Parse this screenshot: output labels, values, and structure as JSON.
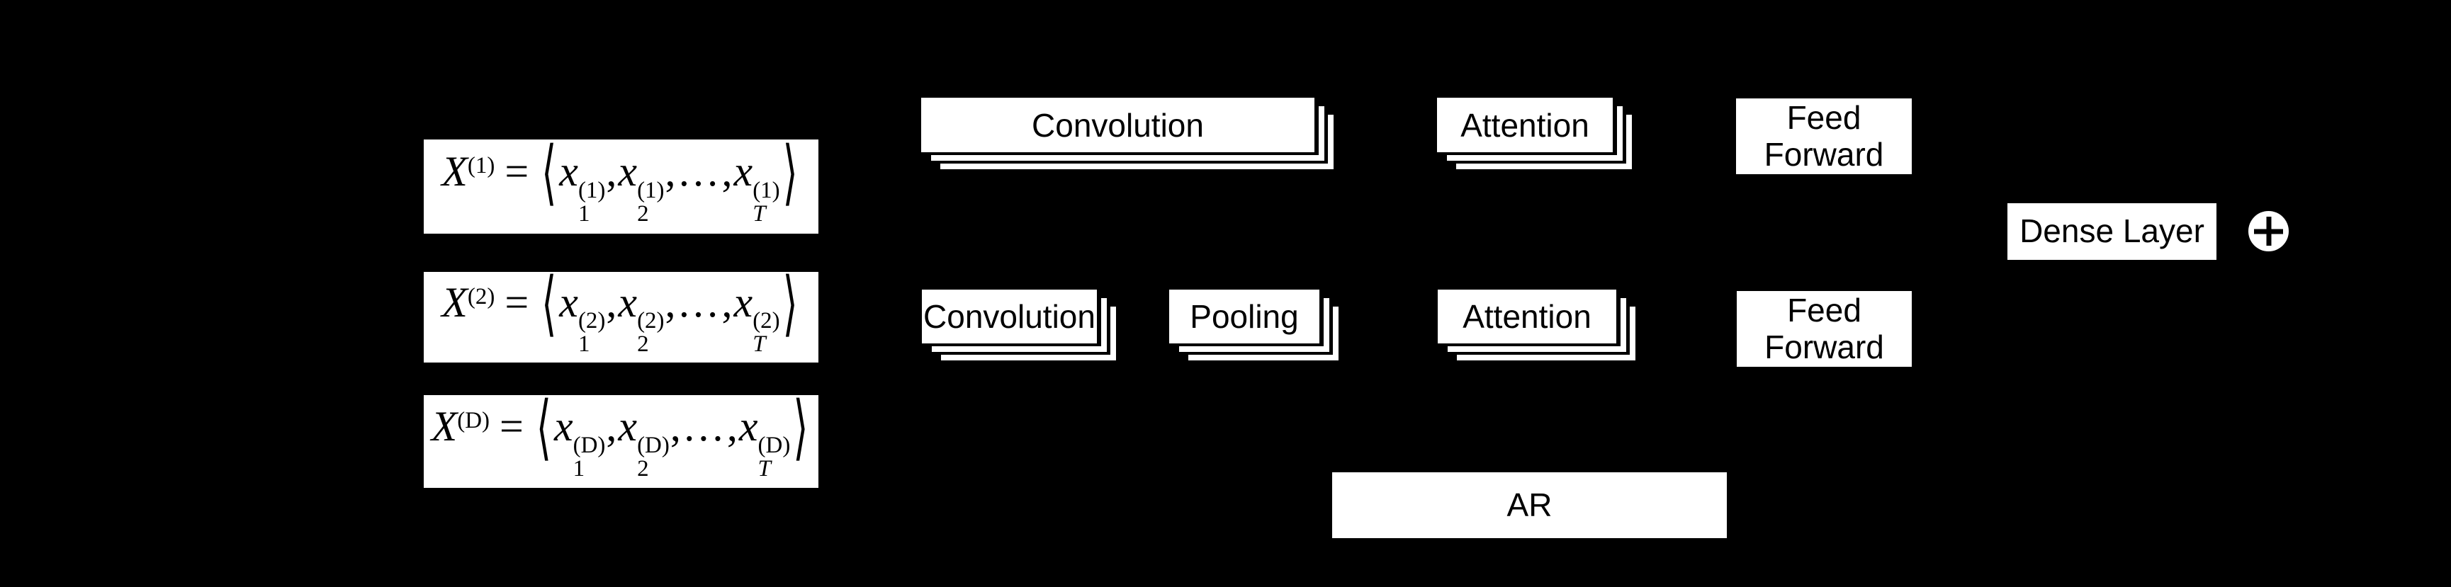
{
  "page": {
    "background": "#000000",
    "box_fill": "#ffffff",
    "text_color": "#000000"
  },
  "formula": {
    "lhs": "X",
    "eq": "=",
    "var": "x",
    "langle": "⟨",
    "rangle": "⟩",
    "comma": ",",
    "ellipsis": "…",
    "subs": [
      "1",
      "2",
      "T"
    ]
  },
  "inputs": [
    {
      "sup": "(1)"
    },
    {
      "sup": "(2)"
    },
    {
      "sup": "(D)"
    }
  ],
  "blocks": {
    "convolution_top": "Convolution",
    "convolution_2": "Convolution",
    "pooling": "Pooling",
    "attention_1": "Attention",
    "attention_2": "Attention",
    "feed_forward_1": "Feed Forward",
    "feed_forward_2": "Feed Forward",
    "ar": "AR",
    "dense_layer": "Dense Layer"
  },
  "icons": {
    "sum": "circled-plus"
  }
}
